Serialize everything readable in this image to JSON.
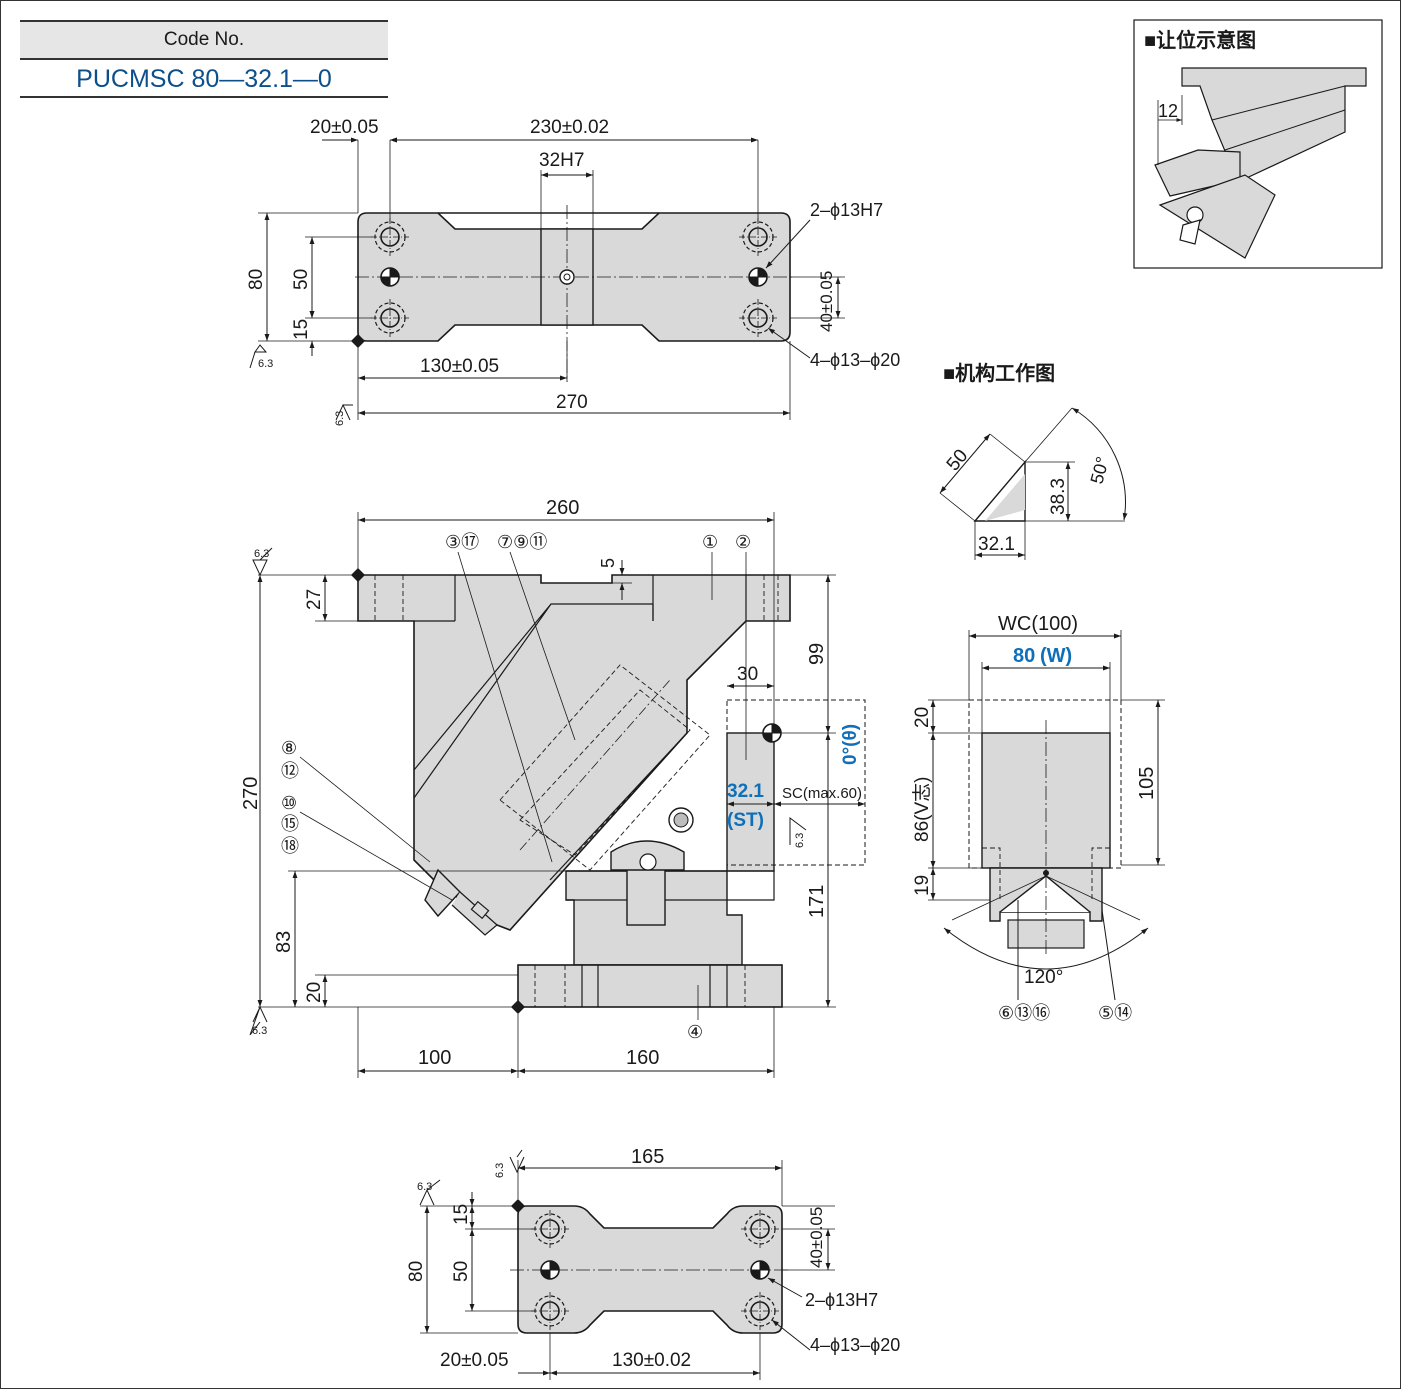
{
  "code_box": {
    "header": "Code No.",
    "value": "PUCMSC 80—32.1—0"
  },
  "top_view": {
    "dim_20": "20±0.05",
    "dim_230": "230±0.02",
    "dim_32h7": "32H7",
    "dim_80": "80",
    "dim_50": "50",
    "dim_15": "15",
    "dim_130": "130±0.05",
    "dim_270": "270",
    "dim_40": "40±0.05",
    "holes_2": "2–ϕ13H7",
    "holes_4": "4–ϕ13–ϕ20",
    "roughness": "6.3"
  },
  "front_view": {
    "dim_260": "260",
    "dim_27": "27",
    "dim_5": "5",
    "dim_270": "270",
    "dim_83": "83",
    "dim_20": "20",
    "dim_100": "100",
    "dim_160": "160",
    "dim_99": "99",
    "dim_171": "171",
    "dim_30": "30",
    "st_value": "32.1",
    "st_label": "(ST)",
    "sc_label": "SC(max.60)",
    "theta_label": "0°(θ)",
    "roughness": "6.3",
    "callouts": {
      "c3_17": "③⑰",
      "c7_9_11": "⑦⑨⑪",
      "c1": "①",
      "c2": "②",
      "c8": "⑧",
      "c12": "⑫",
      "c10": "⑩",
      "c15": "⑮",
      "c18": "⑱",
      "c4": "④"
    }
  },
  "inset_clearance": {
    "title": "■让位示意图",
    "dim_12": "12"
  },
  "mechanism": {
    "title": "■机构工作图",
    "dim_50": "50",
    "dim_38": "38.3",
    "dim_32": "32.1",
    "angle_50": "50°"
  },
  "side_view": {
    "wc": "WC(100)",
    "w_value": "80",
    "w_label": "(W)",
    "dim_105": "105",
    "dim_20": "20",
    "dim_86": "86(V志)",
    "dim_19": "19",
    "angle_120": "120°",
    "callout_left": "⑥⑬⑯",
    "callout_right": "⑤⑭"
  },
  "bottom_view": {
    "dim_165": "165",
    "dim_15": "15",
    "dim_50": "50",
    "dim_80": "80",
    "dim_40": "40±0.05",
    "holes_2": "2–ϕ13H7",
    "holes_4": "4–ϕ13–ϕ20",
    "dim_20": "20±0.05",
    "dim_130": "130±0.02",
    "roughness": "6.3"
  }
}
